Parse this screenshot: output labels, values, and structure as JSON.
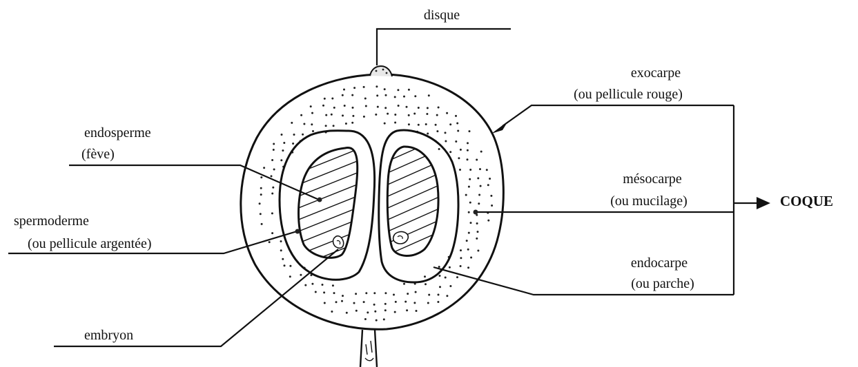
{
  "labels": {
    "disque": "disque",
    "exocarpe": "exocarpe",
    "exocarpe_note": "(ou pellicule rouge)",
    "endosperme": "endosperme",
    "endosperme_note": "(fève)",
    "mesocarpe": "mésocarpe",
    "mesocarpe_note": "(ou mucilage)",
    "coque": "COQUE",
    "spermoderme": "spermoderme",
    "spermoderme_note": "(ou pellicule  argentée)",
    "endocarpe": "endocarpe",
    "endocarpe_note": "(ou parche)",
    "embryon": "embryon"
  }
}
